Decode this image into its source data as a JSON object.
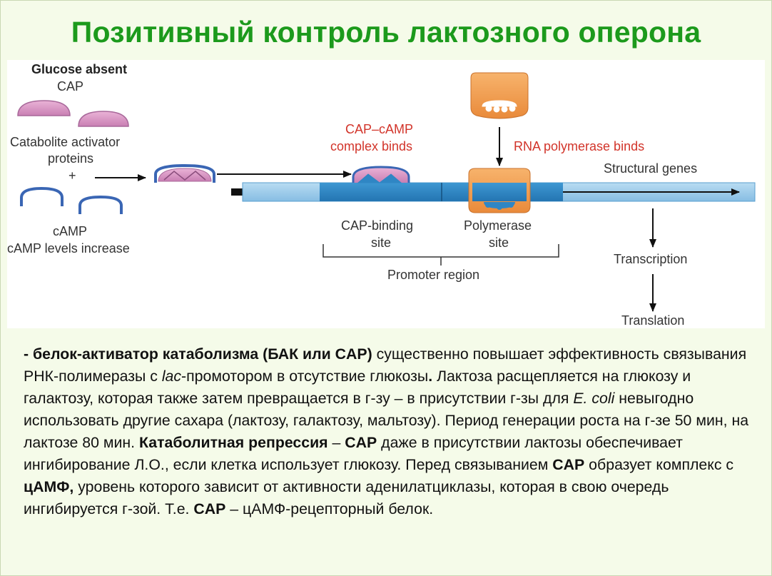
{
  "title": "Позитивный контроль лактозного оперона",
  "diagram": {
    "glucose_absent": "Glucose absent",
    "cap": "CAP",
    "catabolite_line1": "Catabolite activator",
    "catabolite_line2": "proteins",
    "plus": "+",
    "camp": "cAMP",
    "camp_levels": "cAMP levels increase",
    "cap_camp_line1": "CAP–cAMP",
    "cap_camp_line2": "complex binds",
    "rna_pol_binds": "RNA polymerase binds",
    "structural_genes": "Structural genes",
    "cap_binding_line1": "CAP-binding",
    "cap_binding_line2": "site",
    "polymerase_line1": "Polymerase",
    "polymerase_line2": "site",
    "promoter_region": "Promoter region",
    "transcription": "Transcription",
    "translation": "Translation",
    "colors": {
      "cap_protein": "#d98fc0",
      "camp": "#3a66b4",
      "dna_light": "#9ccbea",
      "dna_dark": "#2f86c4",
      "polymerase": "#f39a4a",
      "red_label": "#d2342a"
    }
  },
  "text": {
    "s1_bold": "- белок-активатор катаболизма (БАК или CAP)",
    "s1_a": " существенно повышает эффективность связывания РНК-полимеразы с ",
    "s1_lac": "lac",
    "s1_b": "-промотором в отсутствие глюкозы",
    "s1_dot": ".",
    "s2_a": " Лактоза расщепляется на глюкозу и галактозу, которая также затем превращается в г-зу – в присутствии г-зы для ",
    "s2_ecoli": "E. coli",
    "s2_b": " невыгодно использовать другие сахара (лактозу, галактозу, мальтозу). Период генерации роста на г-зе 50 мин, на лактозе 80 мин. ",
    "s3_bold1": "Катаболитная репрессия",
    "s3_dash": " – ",
    "s3_bold2": "CAP",
    "s3_a": " даже в присутствии лактозы обеспечивает ингибирование Л.О., если клетка использует глюкозу. Перед связыванием ",
    "s3_bold3": "CAP",
    "s3_b": " образует комплекс с ",
    "s3_bold4": "цАМФ,",
    "s3_c": " уровень которого зависит от активности аденилатциклазы, которая в свою очередь ингибируется г-зой. Т.е. ",
    "s4_bold": "CAP",
    "s4_a": " – цАМФ-рецепторный белок."
  }
}
